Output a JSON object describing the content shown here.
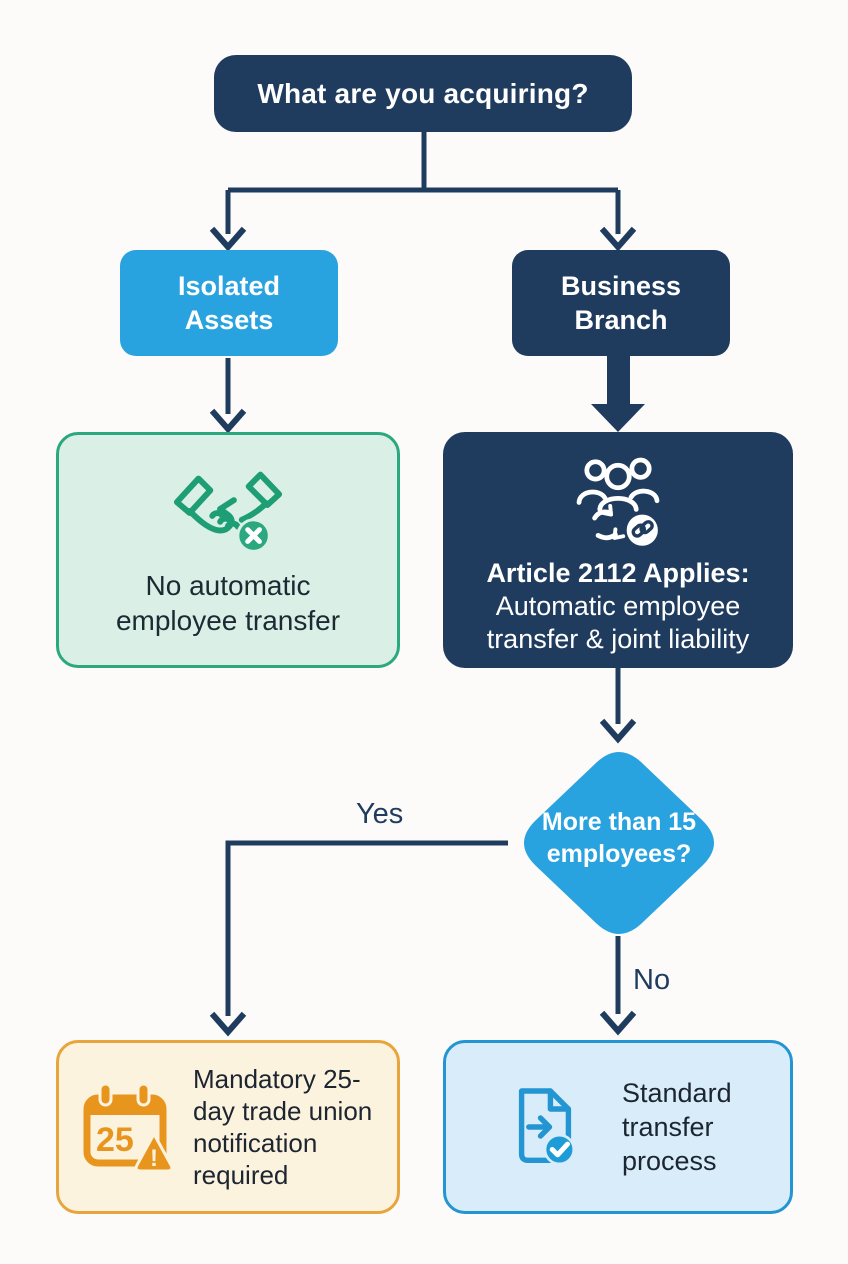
{
  "root": {
    "label": "What are you acquiring?"
  },
  "branch_isolated": {
    "lines": [
      "Isolated",
      "Assets"
    ]
  },
  "branch_business": {
    "lines": [
      "Business",
      "Branch"
    ]
  },
  "outcome_no_transfer": {
    "icon": "handshake-declined-icon",
    "lines": [
      "No automatic",
      "employee transfer"
    ]
  },
  "outcome_article": {
    "icon": "employee-group-link-icon",
    "title": "Article 2112 Applies:",
    "lines": [
      "Automatic employee",
      "transfer & joint liability"
    ]
  },
  "decision": {
    "lines": [
      "More than 15",
      "employees?"
    ]
  },
  "edges": {
    "yes_label": "Yes",
    "no_label": "No"
  },
  "outcome_union": {
    "icon": "calendar-25-warning-icon",
    "lines": [
      "Mandatory 25-",
      "day trade union",
      "notification",
      "required"
    ]
  },
  "outcome_standard": {
    "icon": "document-transfer-check-icon",
    "lines": [
      "Standard",
      "transfer",
      "process"
    ]
  },
  "calendar": {
    "day": "25",
    "alert": "!"
  },
  "colors": {
    "navy": "#1F3C5F",
    "bright_blue": "#29A3E0",
    "green": "#2BA880",
    "mint_bg": "#DAEFE5",
    "orange": "#E8A53D",
    "calendar_orange": "#E8951E",
    "cream_bg": "#FCF3DF",
    "light_blue_bg": "#D8EDF9",
    "blue_border": "#2295D2",
    "check_blue": "#1E9CD7",
    "text_dark": "#1C2530",
    "white": "#FFFFFF"
  }
}
